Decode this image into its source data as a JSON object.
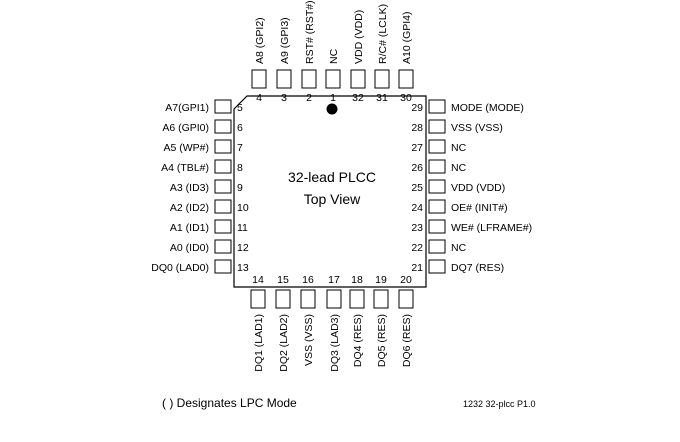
{
  "package": {
    "title_line1": "32-lead PLCC",
    "title_line2": "Top View"
  },
  "pins": {
    "top": [
      {
        "num": "4",
        "label": "A8 (GPI2)"
      },
      {
        "num": "3",
        "label": "A9 (GPI3)"
      },
      {
        "num": "2",
        "label": "RST# (RST#)"
      },
      {
        "num": "1",
        "label": "NC"
      },
      {
        "num": "32",
        "label": "VDD (VDD)"
      },
      {
        "num": "31",
        "label": "R/C# (LCLK)"
      },
      {
        "num": "30",
        "label": "A10 (GPI4)"
      }
    ],
    "left": [
      {
        "num": "5",
        "label": "A7(GPI1)"
      },
      {
        "num": "6",
        "label": "A6 (GPI0)"
      },
      {
        "num": "7",
        "label": "A5 (WP#)"
      },
      {
        "num": "8",
        "label": "A4 (TBL#)"
      },
      {
        "num": "9",
        "label": "A3 (ID3)"
      },
      {
        "num": "10",
        "label": "A2 (ID2)"
      },
      {
        "num": "11",
        "label": "A1 (ID1)"
      },
      {
        "num": "12",
        "label": "A0 (ID0)"
      },
      {
        "num": "13",
        "label": "DQ0 (LAD0)"
      }
    ],
    "right": [
      {
        "num": "29",
        "label": "MODE (MODE)"
      },
      {
        "num": "28",
        "label": "VSS (VSS)"
      },
      {
        "num": "27",
        "label": "NC"
      },
      {
        "num": "26",
        "label": "NC"
      },
      {
        "num": "25",
        "label": "VDD (VDD)"
      },
      {
        "num": "24",
        "label": "OE# (INIT#)"
      },
      {
        "num": "23",
        "label": "WE# (LFRAME#)"
      },
      {
        "num": "22",
        "label": "NC"
      },
      {
        "num": "21",
        "label": "DQ7 (RES)"
      }
    ],
    "bottom": [
      {
        "num": "14",
        "label": "DQ1 (LAD1)"
      },
      {
        "num": "15",
        "label": "DQ2 (LAD2)"
      },
      {
        "num": "16",
        "label": "VSS (VSS)"
      },
      {
        "num": "17",
        "label": "DQ3 (LAD3)"
      },
      {
        "num": "18",
        "label": "DQ4 (RES)"
      },
      {
        "num": "19",
        "label": "DQ5 (RES)"
      },
      {
        "num": "20",
        "label": "DQ6 (RES)"
      }
    ]
  },
  "footnote": "( ) Designates LPC Mode",
  "reference": "1232 32-plcc P1.0"
}
